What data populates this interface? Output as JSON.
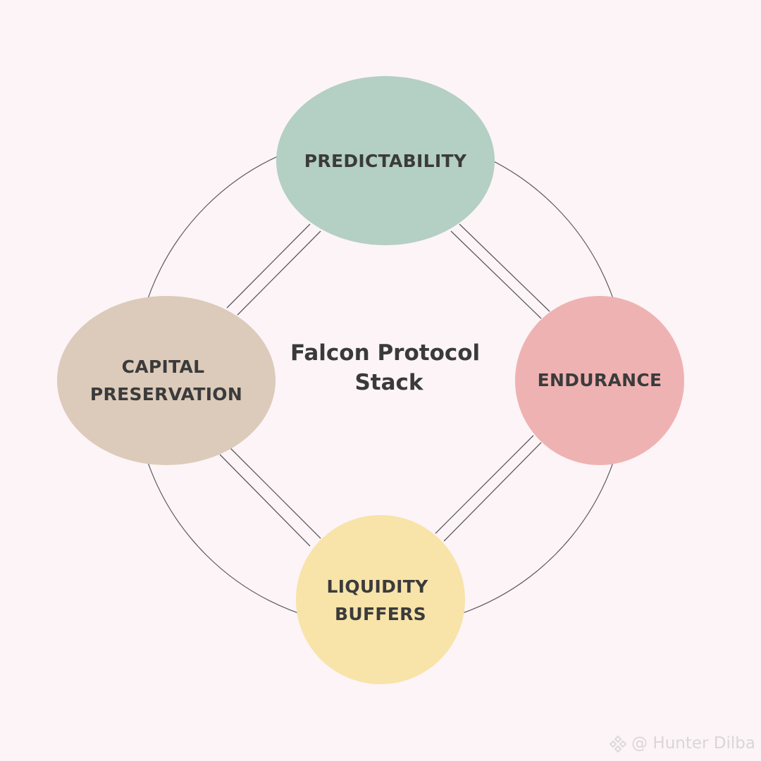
{
  "diagram": {
    "center_title": [
      "Falcon Protocol",
      "Stack"
    ],
    "nodes": {
      "top": {
        "lines": [
          "PREDICTABILITY"
        ],
        "color": "#b4cfc4"
      },
      "right": {
        "lines": [
          "ENDURANCE"
        ],
        "color": "#efb2b2"
      },
      "bottom": {
        "lines": [
          "LIQUIDITY",
          "BUFFERS"
        ],
        "color": "#f8e3a9"
      },
      "left": {
        "lines": [
          "CAPITAL",
          "PRESERVATION"
        ],
        "color": "#dccbba"
      }
    },
    "line_color": "#5a5a5a"
  },
  "watermark": {
    "text": "@ Hunter Dilba",
    "icon": "binance-square-icon"
  }
}
